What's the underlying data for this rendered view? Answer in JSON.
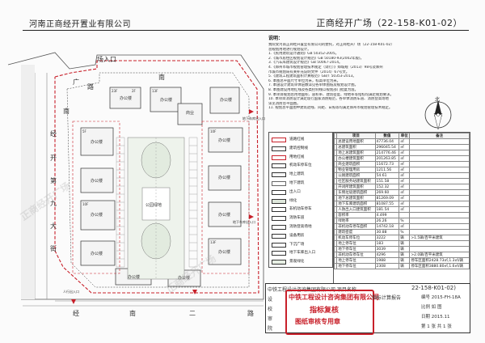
{
  "header": {
    "company": "河南正商经开置业有限公司",
    "project": "正商经开广场（22-158-K01-02）"
  },
  "roads": {
    "north": "场入口",
    "north_right": "南",
    "west_road": "路",
    "left_vertical": [
      "经",
      "开",
      "第",
      "九",
      "大",
      "街"
    ],
    "bottom": [
      "经",
      "南",
      "二",
      "路"
    ],
    "nw_top": "广",
    "nw_bottom": "南"
  },
  "site_labels": {
    "entrance_labels": [
      "地下车库出入口",
      "地下车库出入口",
      "人行出入口"
    ],
    "buildings": [
      "办公楼",
      "办公楼",
      "办公楼",
      "办公楼",
      "办公楼",
      "办公楼",
      "办公楼",
      "办公楼",
      "办公楼",
      "办公楼",
      "办公楼",
      "办公楼",
      "办公楼",
      "商业"
    ],
    "floor_tags": [
      "23F",
      "2F",
      "13F",
      "5F",
      "10F",
      "10F",
      "13F"
    ],
    "green": "公园绿地"
  },
  "notes": {
    "title": "说明：",
    "lines": [
      "我院受河南正商经开置业有限公司的委托，对正商经开广场（22-158-K01-02）",
      "总规划用地进行规划设计。",
      "",
      "1.《民用建筑设计通则》GB 50352-2005。",
      "2.《城市居住区规划设计规范》GB 50180-93(2002年版)。",
      "3.《汽车库建筑设计规范》GB 50067-2014。",
      "4.《郑州市城市规划管理技术规定（试行）》郑城规（2013）98号及郑州",
      "   市城市规划局有关补充说明文件（2014）67号文。",
      "5.《建筑工程建筑面积计算规范》GB/T 50353-2013。",
      "6. 本图总平面尺寸单位为米，标高单位为米。",
      "",
      "7. 本施设计建筑单体层数详见各单体图纸及规划设计图。",
      "8. 本图建设用地红线及各类控制线以规划部门批复为准。",
      "9. 本项目规划总用地面积、容积率、建筑密度、绿地率等指标均满足规划要求。",
      "10. 本项目消防设计满足现行国家消防规范，各单体消防车道、消防登高场地",
      "    详见消防总平面图。",
      "11. 规划总平面图中建筑退线、间距、日照等均满足郑州市规划管理技术规定。"
    ]
  },
  "compass_label": "北",
  "legend": {
    "rows": [
      {
        "label": "道路红线",
        "swatch": "#ffffff",
        "border": "#c8202a"
      },
      {
        "label": "建筑控制线",
        "swatch": "#ffffff",
        "border": "#333333"
      },
      {
        "label": "用地红线",
        "swatch": "#ffffff",
        "border": "#c8202a"
      },
      {
        "label": "机动车停车位",
        "swatch": "#ffffff",
        "border": "#333333"
      },
      {
        "label": "地上建筑",
        "swatch": "#f5f5f5",
        "border": "#333333"
      },
      {
        "label": "地下建筑",
        "swatch": "#ffffff",
        "border": "#666666"
      },
      {
        "label": "出入口",
        "swatch": "#ffffff",
        "border": "#333333"
      },
      {
        "label": "绿化",
        "swatch": "#dfe8dc",
        "border": "#333333"
      },
      {
        "label": "非机动车停车",
        "swatch": "#ffffff",
        "border": "#333333"
      },
      {
        "label": "消防车道",
        "swatch": "#ffffff",
        "border": "#333333"
      },
      {
        "label": "消防登高场地",
        "swatch": "#ffffff",
        "border": "#333333"
      },
      {
        "label": "设备用房",
        "swatch": "#ffffff",
        "border": "#333333"
      },
      {
        "label": "下沉广场",
        "swatch": "#ffffff",
        "border": "#333333"
      },
      {
        "label": "地下车库出入口",
        "swatch": "#ffffff",
        "border": "#333333"
      },
      {
        "label": "景观绿化",
        "swatch": "#e7efe4",
        "border": "#333333"
      }
    ]
  },
  "econ_table": {
    "headers": [
      "",
      "项目",
      "数值",
      "单位"
    ],
    "rows": [
      [
        "",
        "总建设用地面积",
        "47736.04",
        "㎡"
      ],
      [
        "",
        "总建筑面积",
        "296045.54",
        "㎡"
      ],
      [
        "",
        "地上总建筑面积",
        "214776.46",
        "㎡"
      ],
      [
        "",
        "办公楼建筑面积",
        "201263.85",
        "㎡"
      ],
      [
        "",
        "商业建筑面积",
        "11672.73",
        "㎡"
      ],
      [
        "",
        "物业管理用房",
        "1211.56",
        "㎡"
      ],
      [
        "",
        "公厕建筑面积",
        "54.61",
        "㎡"
      ],
      [
        "",
        "社区服务站建筑面积",
        "151.58",
        "㎡"
      ],
      [
        "",
        "开闭所建筑面积",
        "152.32",
        "㎡"
      ],
      [
        "",
        "东侧垃圾建筑面积",
        "269.60",
        "㎡"
      ],
      [
        "",
        "地下总建筑面积",
        "81269.09",
        "㎡"
      ],
      [
        "",
        "地下车库建筑面积",
        "81087.55",
        "㎡"
      ],
      [
        "",
        "人防出入口建筑面积",
        "181.54",
        "㎡"
      ],
      [
        "",
        "容积率",
        "4.499",
        ""
      ],
      [
        "",
        "绿地率",
        "26.26",
        "%"
      ],
      [
        "",
        "非机动车停车面积",
        "14742.18",
        "㎡"
      ],
      [
        "",
        "建筑密度",
        "30.88",
        "%"
      ],
      [
        "",
        "机动车停车位",
        "3222",
        "辆"
      ],
      [
        "",
        "地上停车位",
        "183",
        "辆"
      ],
      [
        "",
        "地下停车位",
        "3039",
        "辆"
      ],
      [
        "",
        "非机动车停车位",
        "4296",
        "辆"
      ],
      [
        "",
        "地上停车位",
        "1988",
        "辆"
      ],
      [
        "",
        "地下停车位",
        "2308",
        "辆"
      ]
    ],
    "notes": [
      "",
      "",
      "",
      "",
      "",
      "",
      "",
      "",
      "",
      "",
      "",
      "",
      "",
      "",
      "",
      "",
      "",
      ">1.5辆/百平米建筑",
      "",
      "",
      ">2.0辆/百平米建筑",
      "停车区面积2428.73㎡,1.3㎡/辆",
      "停车区面积3880.80㎡,1.6㎡/辆"
    ]
  },
  "title_block": {
    "company": "中铁工程设计咨询集团有限公司  项目名称",
    "number": "22-158-K01-02)",
    "labels": [
      "设",
      "校",
      "审",
      "院"
    ],
    "stamp_line1": "中铁工程设计咨询集团有限公司",
    "stamp_line2": "指标复核",
    "stamp_line3": "图纸审核专用章",
    "doc_title": "指标计算报告",
    "right_lines": [
      "编号  2015-FH-18A",
      "比例  如 图",
      "日期  2015.11",
      "第 1 张  共 1 张"
    ]
  },
  "watermark": "正商经开广场"
}
